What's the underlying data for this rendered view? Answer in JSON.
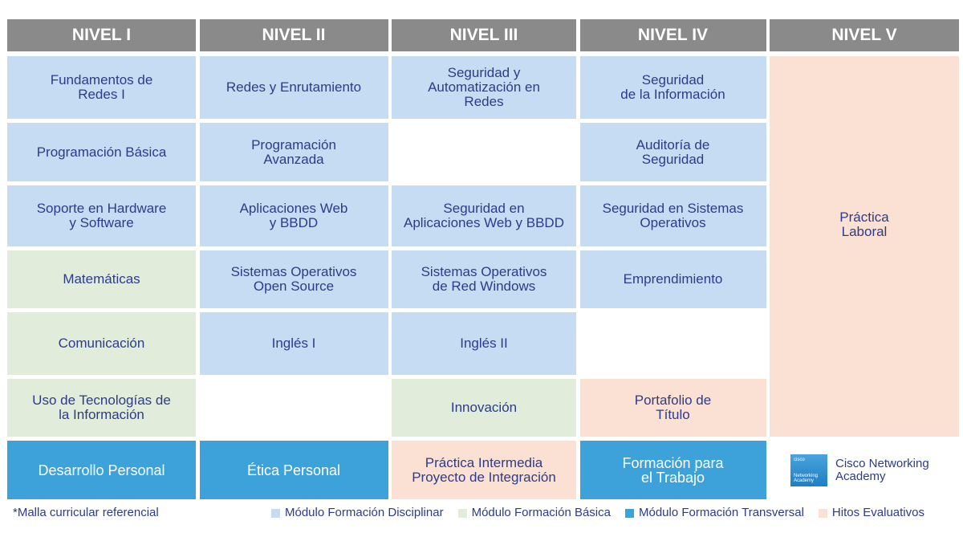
{
  "headers": [
    "NIVEL I",
    "NIVEL II",
    "NIVEL III",
    "NIVEL IV",
    "NIVEL V"
  ],
  "cells": {
    "n1": [
      "Fundamentos de\nRedes I",
      "Programación Básica",
      "Soporte en Hardware\ny Software",
      "Matemáticas",
      "Comunicación",
      "Uso de Tecnologías de\nla Información",
      "Desarrollo Personal"
    ],
    "n2": [
      "Redes y Enrutamiento",
      "Programación\nAvanzada",
      "Aplicaciones Web\ny BBDD",
      "Sistemas Operativos\nOpen Source",
      "Inglés I",
      "Ética Personal"
    ],
    "n3": [
      "Seguridad y\nAutomatización en\nRedes",
      "Seguridad en\nAplicaciones Web y BBDD",
      "Sistemas Operativos\nde Red Windows",
      "Inglés II",
      "Innovación",
      "Práctica Intermedia\nProyecto de Integración"
    ],
    "n4": [
      "Seguridad\nde la Información",
      "Auditoría de\nSeguridad",
      "Seguridad en Sistemas\nOperativos",
      "Emprendimiento",
      "Portafolio de\nTítulo",
      "Formación para\nel Trabajo"
    ],
    "n5": [
      "Práctica\nLaboral"
    ]
  },
  "logo": {
    "text": "Cisco Networking\nAcademy",
    "badge_top": "cisco",
    "badge_bottom": "Networking Academy"
  },
  "footnote": "*Malla curricular referencial",
  "legend": [
    {
      "label": "Módulo Formación Disciplinar",
      "color": "#c6dcf2"
    },
    {
      "label": "Módulo Formación Básica",
      "color": "#e1edda"
    },
    {
      "label": "Módulo Formación Transversal",
      "color": "#3ea2da"
    },
    {
      "label": "Hitos Evaluativos",
      "color": "#fbe1d3"
    }
  ]
}
